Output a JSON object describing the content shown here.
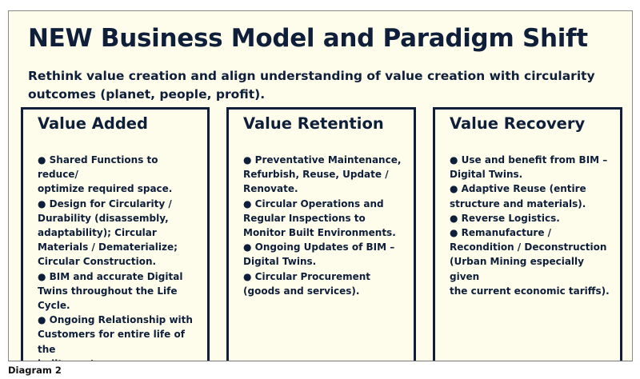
{
  "title": "NEW Business Model and Paradigm Shift",
  "subtitle": "Rethink value creation and align understanding of value creation with circularity outcomes (planet, people, profit).",
  "columns": [
    {
      "heading": "Value Added",
      "items": [
        "● Shared Functions to reduce/\noptimize required space.",
        "● Design for Circularity /\nDurability (disassembly,\nadaptability); Circular\nMaterials / Dematerialize;\nCircular Construction.",
        "● BIM and accurate Digital\nTwins throughout the Life\nCycle.",
        "● Ongoing Relationship with\nCustomers for entire life of the\nbuilt asset."
      ]
    },
    {
      "heading": "Value Retention",
      "items": [
        "●  Preventative Maintenance,\nRefurbish, Reuse, Update /\nRenovate.",
        "●  Circular Operations and\nRegular Inspections to\nMonitor Built Environments.",
        "● Ongoing Updates of BIM –\nDigital Twins.",
        "● Circular Procurement\n(goods and services)."
      ]
    },
    {
      "heading": "Value Recovery",
      "items": [
        "● Use and benefit from BIM –\nDigital Twins.",
        "● Adaptive Reuse (entire\nstructure and materials).",
        "● Reverse Logistics.",
        "●  Remanufacture /\nRecondition / Deconstruction\n(Urban Mining especially given\nthe current economic tariffs)."
      ]
    }
  ],
  "caption": "Diagram 2"
}
